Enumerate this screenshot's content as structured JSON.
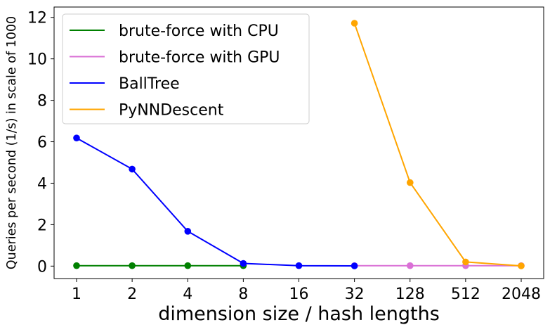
{
  "chart_data": {
    "type": "line",
    "xlabel": "dimension size / hash lengths",
    "ylabel": "Queries per second (1/s) in scale of 1000",
    "categories": [
      "1",
      "2",
      "4",
      "8",
      "16",
      "32",
      "128",
      "512",
      "2048"
    ],
    "ylim": [
      -0.6,
      12.5
    ],
    "yticks": [
      0,
      2,
      4,
      6,
      8,
      10,
      12
    ],
    "grid": false,
    "legend_position": "top-left",
    "series": [
      {
        "name": "brute-force with CPU",
        "color": "#008000",
        "points": [
          {
            "x": "1",
            "y": 0.02
          },
          {
            "x": "2",
            "y": 0.02
          },
          {
            "x": "4",
            "y": 0.02
          },
          {
            "x": "8",
            "y": 0.02
          }
        ]
      },
      {
        "name": "brute-force with GPU",
        "color": "#da70d6",
        "points": [
          {
            "x": "32",
            "y": 0.02
          },
          {
            "x": "128",
            "y": 0.02
          },
          {
            "x": "512",
            "y": 0.02
          },
          {
            "x": "2048",
            "y": 0.02
          }
        ]
      },
      {
        "name": "BallTree",
        "color": "#0000ff",
        "points": [
          {
            "x": "1",
            "y": 6.18
          },
          {
            "x": "2",
            "y": 4.68
          },
          {
            "x": "4",
            "y": 1.68
          },
          {
            "x": "8",
            "y": 0.13
          },
          {
            "x": "16",
            "y": 0.02
          },
          {
            "x": "32",
            "y": 0.01
          }
        ]
      },
      {
        "name": "PyNNDescent",
        "color": "#ffa500",
        "points": [
          {
            "x": "32",
            "y": 11.72
          },
          {
            "x": "128",
            "y": 4.03
          },
          {
            "x": "512",
            "y": 0.2
          },
          {
            "x": "2048",
            "y": 0.01
          }
        ]
      }
    ]
  }
}
